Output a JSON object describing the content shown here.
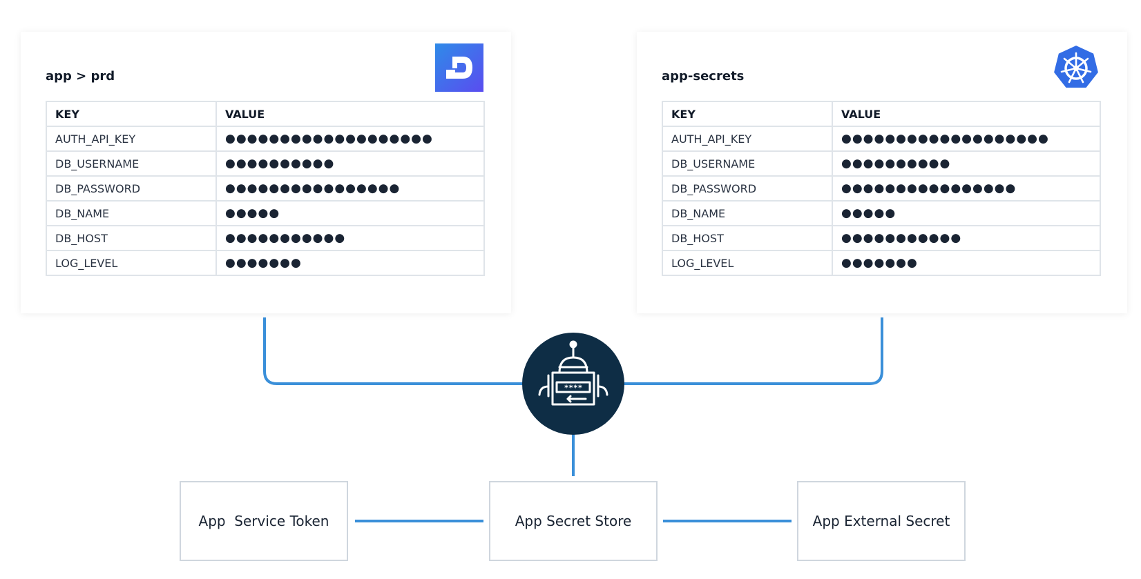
{
  "left_card": {
    "title": "app > prd",
    "logo_icon": "doppler-logo-icon",
    "headers": {
      "key": "KEY",
      "value": "VALUE"
    },
    "rows": [
      {
        "key": "AUTH_API_KEY",
        "value": "●●●●●●●●●●●●●●●●●●●"
      },
      {
        "key": "DB_USERNAME",
        "value": " ●●●●●●●●●●"
      },
      {
        "key": "DB_PASSWORD",
        "value": "●●●●●●●●●●●●●●●●"
      },
      {
        "key": "DB_NAME",
        "value": "●●●●●"
      },
      {
        "key": "DB_HOST",
        "value": "●●●●●●●●●●●"
      },
      {
        "key": "LOG_LEVEL",
        "value": "●●●●●●●"
      }
    ]
  },
  "right_card": {
    "title": "app-secrets",
    "logo_icon": "kubernetes-logo-icon",
    "headers": {
      "key": "KEY",
      "value": "VALUE"
    },
    "rows": [
      {
        "key": "AUTH_API_KEY",
        "value": "●●●●●●●●●●●●●●●●●●●"
      },
      {
        "key": "DB_USERNAME",
        "value": " ●●●●●●●●●●"
      },
      {
        "key": "DB_PASSWORD",
        "value": "●●●●●●●●●●●●●●●●"
      },
      {
        "key": "DB_NAME",
        "value": "●●●●●"
      },
      {
        "key": "DB_HOST",
        "value": "●●●●●●●●●●●"
      },
      {
        "key": "LOG_LEVEL",
        "value": "●●●●●●●"
      }
    ]
  },
  "operator": {
    "icon": "secrets-operator-robot-icon",
    "masked_text": "****"
  },
  "boxes": {
    "service_token": "App  Service Token",
    "secret_store": "App Secret Store",
    "external_secret": "App External Secret"
  },
  "colors": {
    "connector": "#3a8fd9",
    "operator_bg": "#0e2d45",
    "doppler_gradient": [
      "#2f8be8",
      "#5a4cf0"
    ],
    "kubernetes_blue": "#326ce5"
  }
}
